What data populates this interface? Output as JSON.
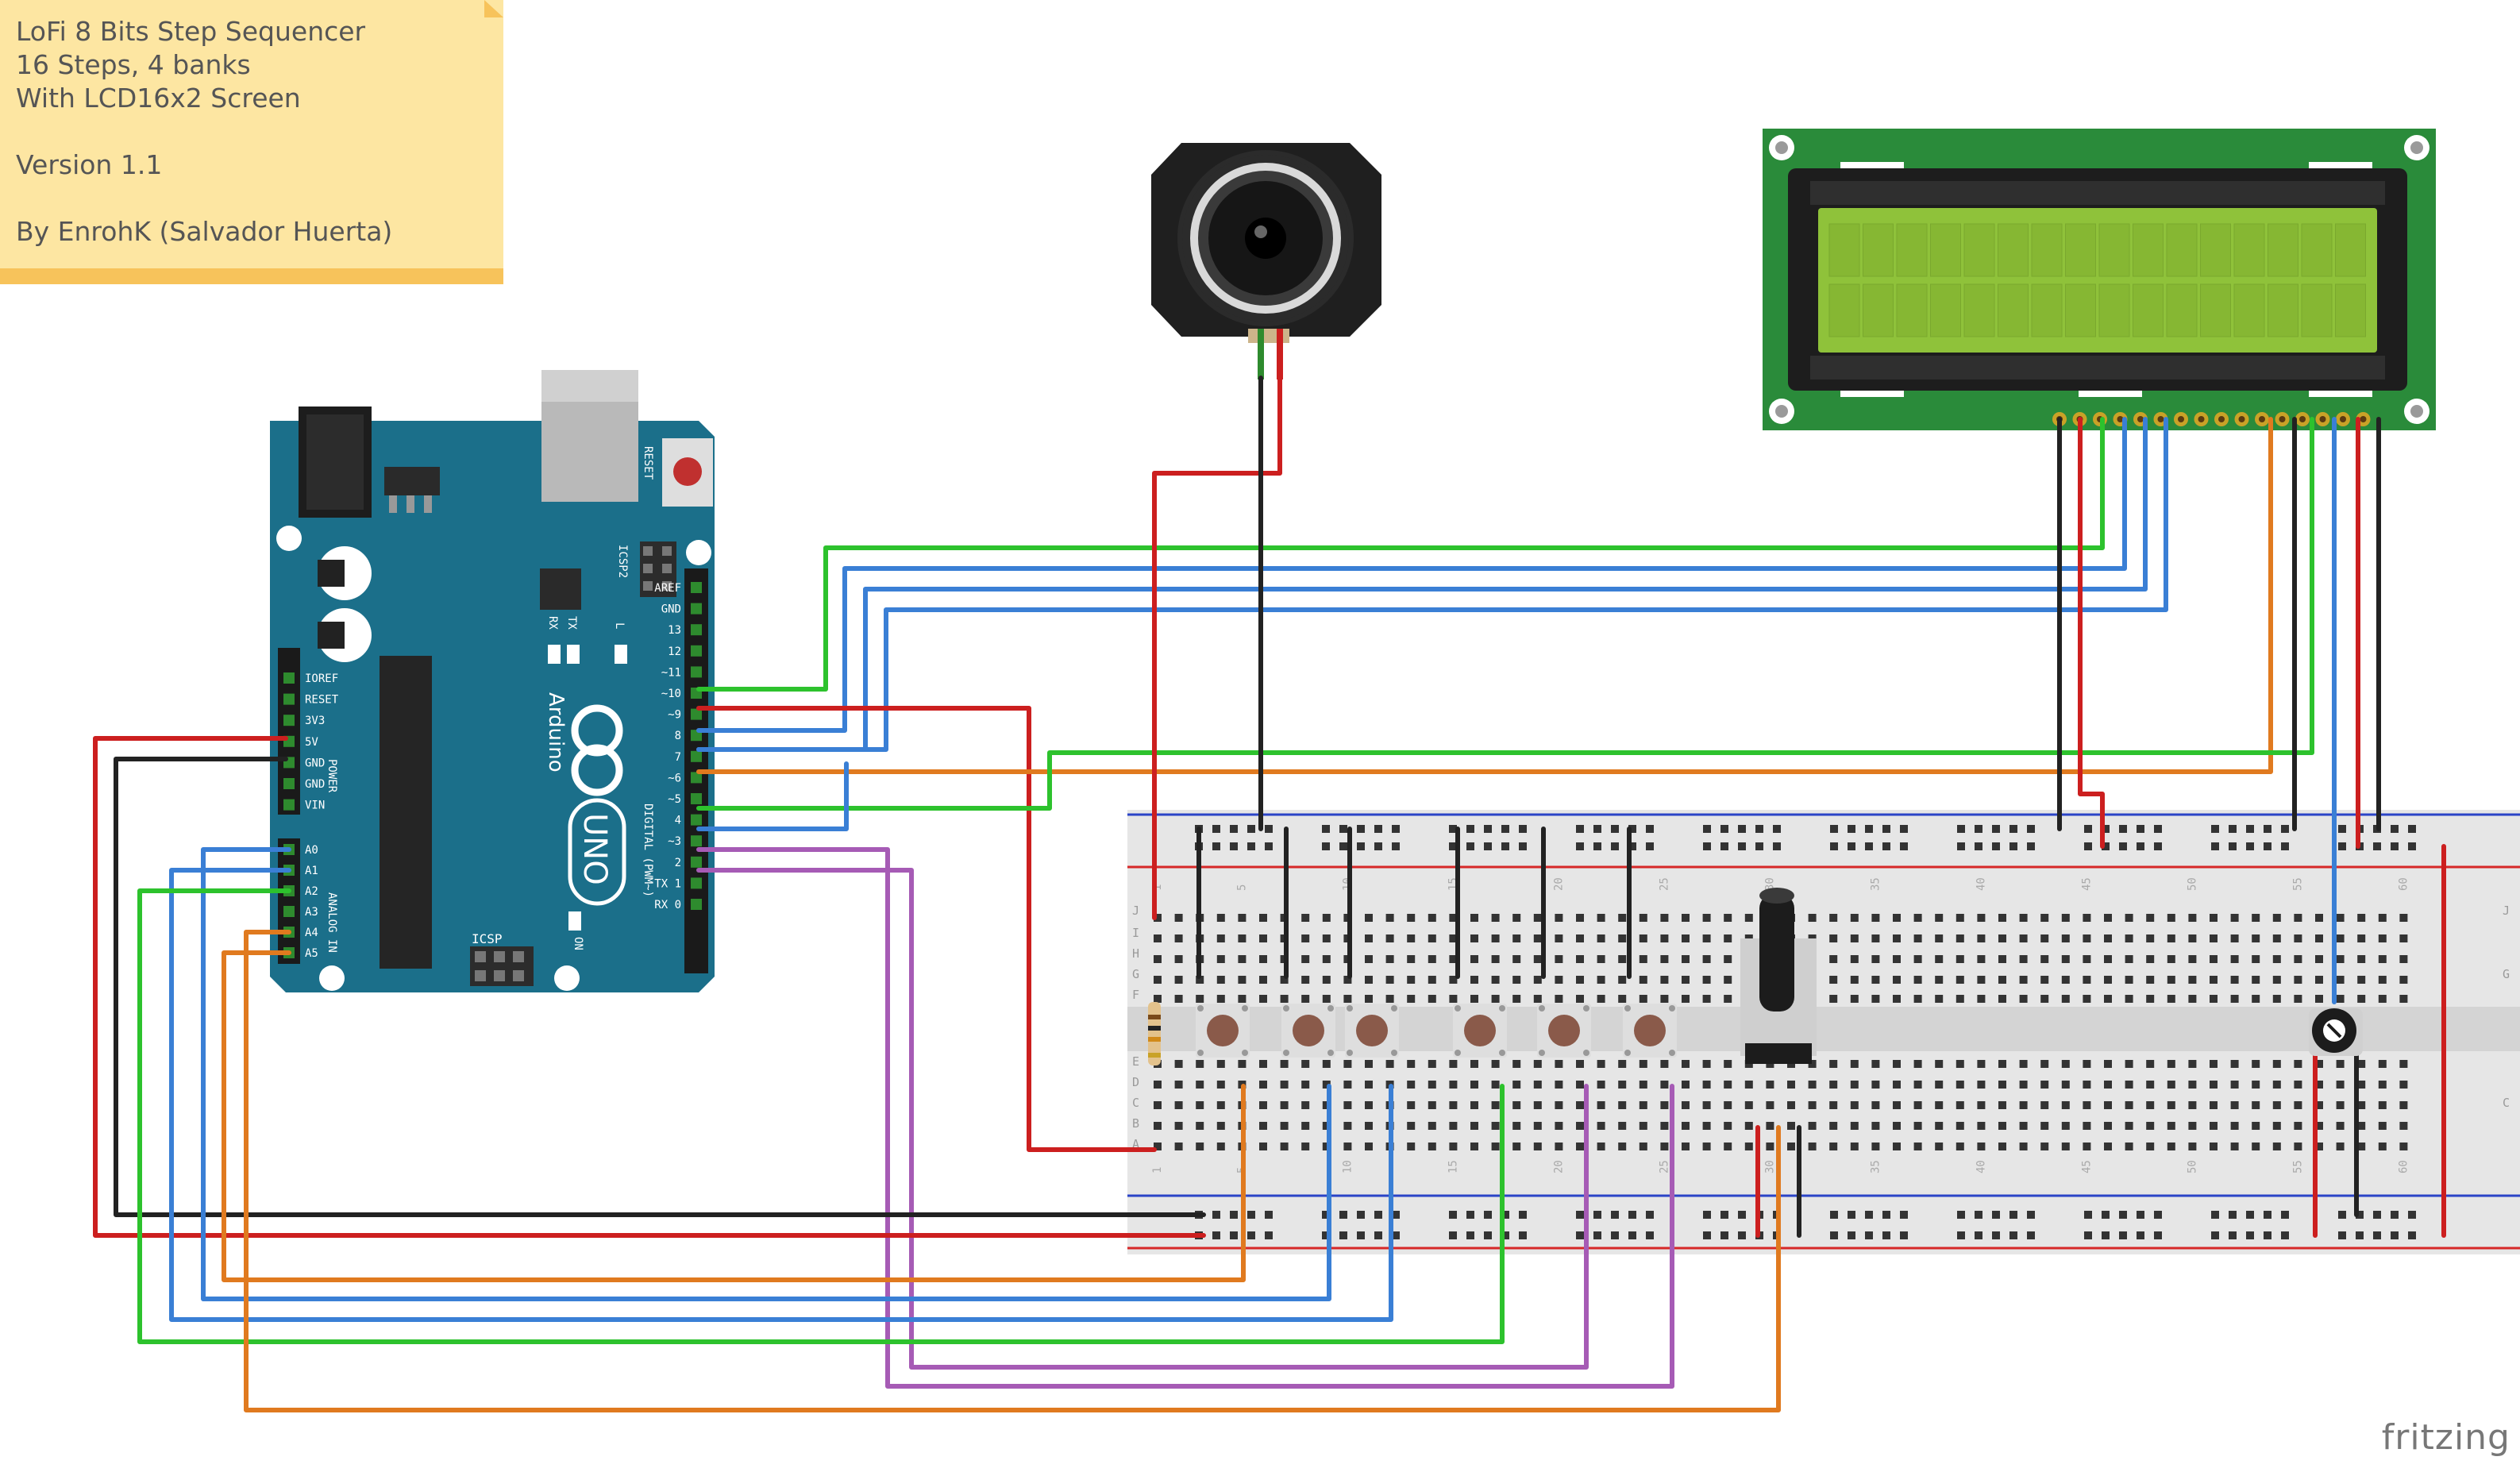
{
  "note": {
    "lines": [
      "LoFi 8 Bits Step Sequencer",
      "16 Steps, 4 banks",
      "With LCD16x2 Screen",
      "",
      "Version 1.1",
      "",
      "By EnrohK (Salvador Huerta)"
    ]
  },
  "arduino": {
    "logo": "Arduino",
    "model": "UNO",
    "reset_label": "RESET",
    "icsp_label": "ICSP",
    "icsp2_label": "ICSP2",
    "led_labels": [
      "TX",
      "RX",
      "L",
      "ON"
    ],
    "digital_label": "DIGITAL (PWM~)",
    "power_label": "POWER",
    "analog_label": "ANALOG IN",
    "digital_pins": [
      "AREF",
      "GND",
      "13",
      "12",
      "~11",
      "~10",
      "~9",
      "8",
      "7",
      "~6",
      "~5",
      "4",
      "~3",
      "2",
      "TX 1",
      "RX 0"
    ],
    "power_pins": [
      "IOREF",
      "RESET",
      "3V3",
      "5V",
      "GND",
      "GND",
      "VIN"
    ],
    "analog_pins": [
      "A0",
      "A1",
      "A2",
      "A3",
      "A4",
      "A5"
    ]
  },
  "breadboard": {
    "row_letters_top": [
      "J",
      "I",
      "H",
      "G",
      "F"
    ],
    "row_letters_bottom": [
      "E",
      "D",
      "C",
      "B",
      "A"
    ],
    "column_numbers": [
      "1",
      "5",
      "10",
      "15",
      "20",
      "25",
      "30",
      "35",
      "40",
      "45",
      "50",
      "55",
      "60"
    ]
  },
  "colors": {
    "wire_red": "#cc1f1f",
    "wire_black": "#222222",
    "wire_blue": "#3a7fd5",
    "wire_green": "#2dc22d",
    "wire_orange": "#e07a1f",
    "wire_purple": "#a65bb5",
    "pcb_teal": "#1b6f8a",
    "lcd_green": "#8fc23a",
    "lcd_board": "#2a8b3a",
    "note_yellow": "#fde6a2"
  },
  "branding": {
    "logo_text": "fritzing"
  }
}
